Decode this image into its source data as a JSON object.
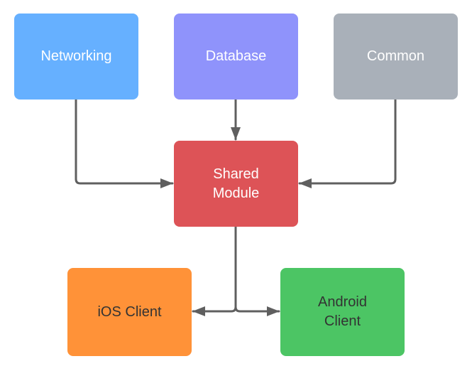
{
  "nodes": {
    "networking": {
      "label": "Networking",
      "color": "#66b0ff",
      "text_color": "#ffffff"
    },
    "database": {
      "label": "Database",
      "color": "#8f93fb",
      "text_color": "#ffffff"
    },
    "common": {
      "label": "Common",
      "color": "#a9b0b9",
      "text_color": "#ffffff"
    },
    "shared": {
      "label": "Shared\nModule",
      "color": "#dd5357",
      "text_color": "#ffffff"
    },
    "ios": {
      "label": "iOS Client",
      "color": "#ff9238",
      "text_color": "#333333"
    },
    "android": {
      "label": "Android\nClient",
      "color": "#4cc564",
      "text_color": "#333333"
    }
  },
  "edges": [
    {
      "from": "networking",
      "to": "shared"
    },
    {
      "from": "database",
      "to": "shared"
    },
    {
      "from": "common",
      "to": "shared"
    },
    {
      "from": "shared",
      "to": "ios"
    },
    {
      "from": "shared",
      "to": "android"
    }
  ],
  "connector_color": "#5f5f5f"
}
